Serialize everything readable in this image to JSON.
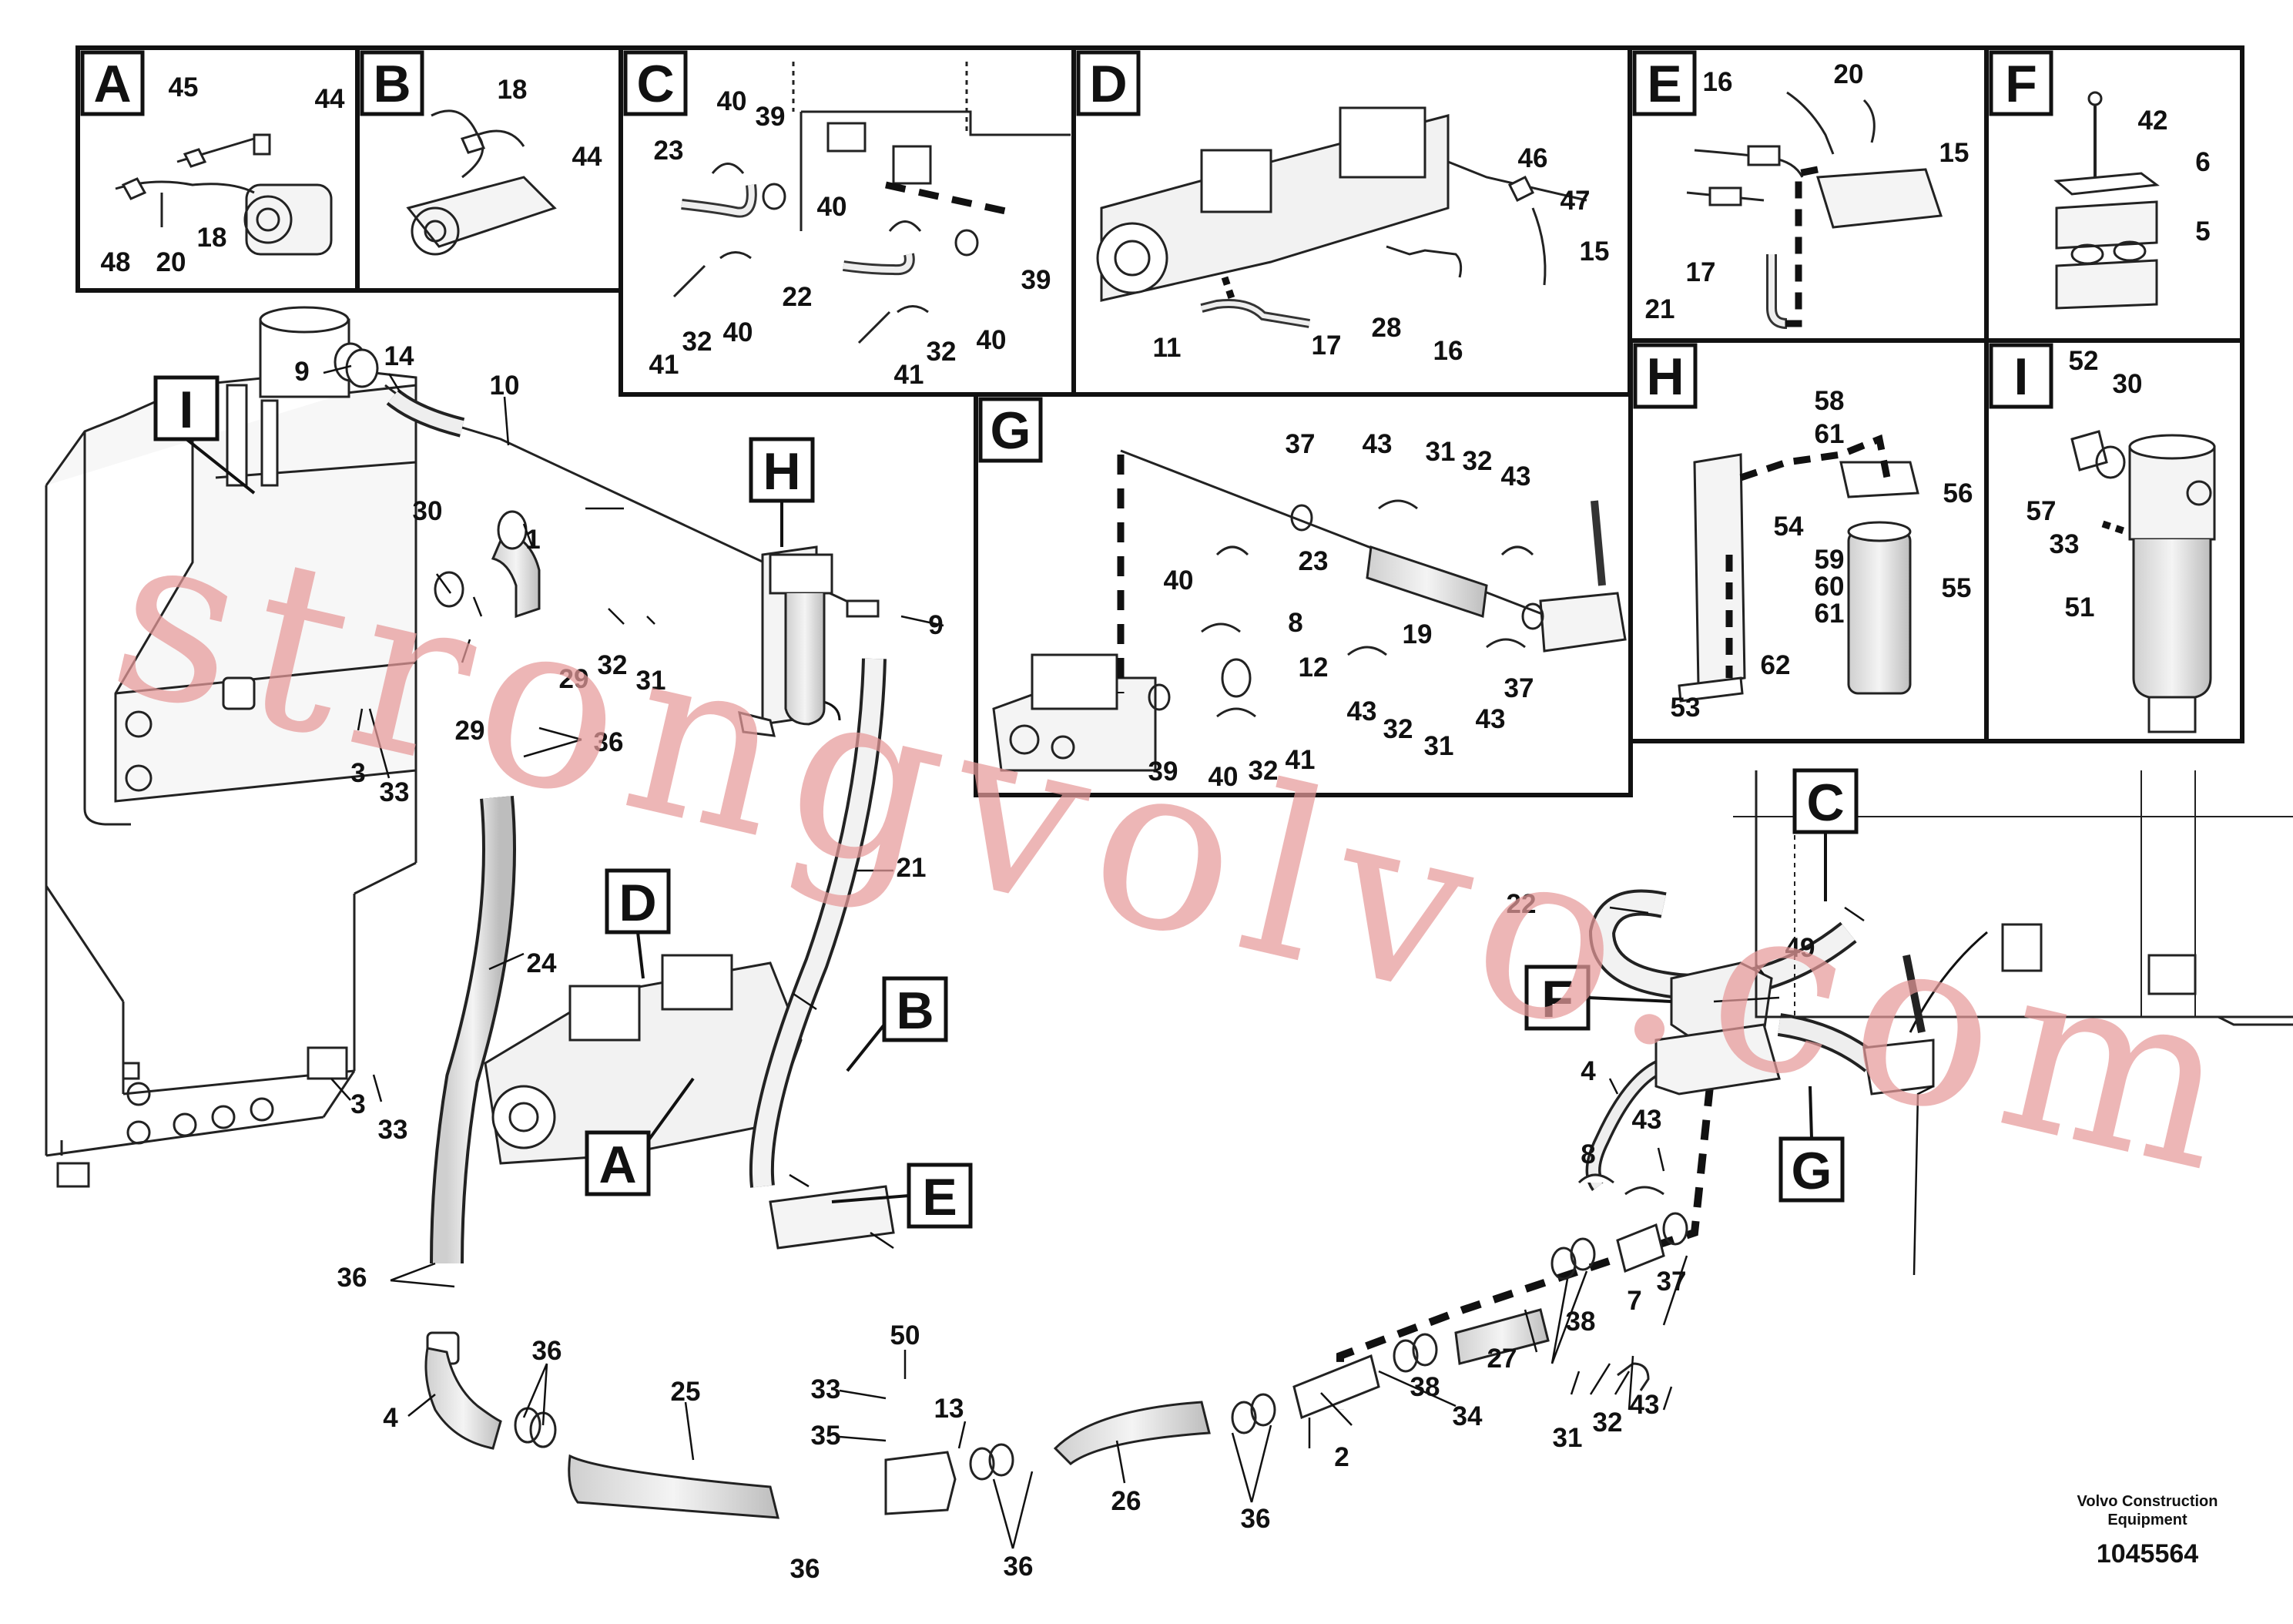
{
  "diagram": {
    "boxes": {
      "A": {
        "title": "A",
        "callouts": [
          "45",
          "44",
          "48",
          "20",
          "18"
        ]
      },
      "B": {
        "title": "B",
        "callouts": [
          "18",
          "44"
        ]
      },
      "C": {
        "title": "C",
        "callouts": [
          "40",
          "39",
          "23",
          "40",
          "22",
          "39",
          "41",
          "32",
          "40",
          "32",
          "40",
          "41"
        ]
      },
      "D": {
        "title": "D",
        "callouts": [
          "46",
          "47",
          "15",
          "11",
          "17",
          "28",
          "16"
        ]
      },
      "E": {
        "title": "E",
        "callouts": [
          "16",
          "20",
          "15",
          "17",
          "21"
        ]
      },
      "F": {
        "title": "F",
        "callouts": [
          "42",
          "6",
          "5"
        ]
      },
      "G": {
        "title": "G",
        "callouts": [
          "37",
          "43",
          "31",
          "32",
          "43",
          "23",
          "40",
          "8",
          "19",
          "12",
          "39",
          "40",
          "32",
          "41",
          "43",
          "32",
          "31",
          "43",
          "37"
        ]
      },
      "H": {
        "title": "H",
        "callouts": [
          "58",
          "61",
          "56",
          "54",
          "59",
          "60",
          "61",
          "55",
          "53",
          "62"
        ]
      },
      "I": {
        "title": "I",
        "callouts": [
          "52",
          "30",
          "57",
          "33",
          "51"
        ]
      }
    },
    "main_labels": [
      "I",
      "H",
      "D",
      "B",
      "A",
      "E",
      "C",
      "F",
      "G"
    ],
    "main_callouts": [
      "9",
      "14",
      "10",
      "30",
      "1",
      "29",
      "32",
      "31",
      "29",
      "36",
      "3",
      "33",
      "24",
      "21",
      "9",
      "3",
      "33",
      "36",
      "36",
      "4",
      "25",
      "33",
      "50",
      "35",
      "13",
      "36",
      "36",
      "26",
      "36",
      "2",
      "34",
      "38",
      "27",
      "38",
      "7",
      "37",
      "31",
      "32",
      "43",
      "22",
      "49",
      "4",
      "43",
      "8"
    ],
    "footer": {
      "company_line1": "Volvo Construction",
      "company_line2": "Equipment",
      "drawing_number": "1045564"
    },
    "watermark": "strongvolvo.com"
  }
}
